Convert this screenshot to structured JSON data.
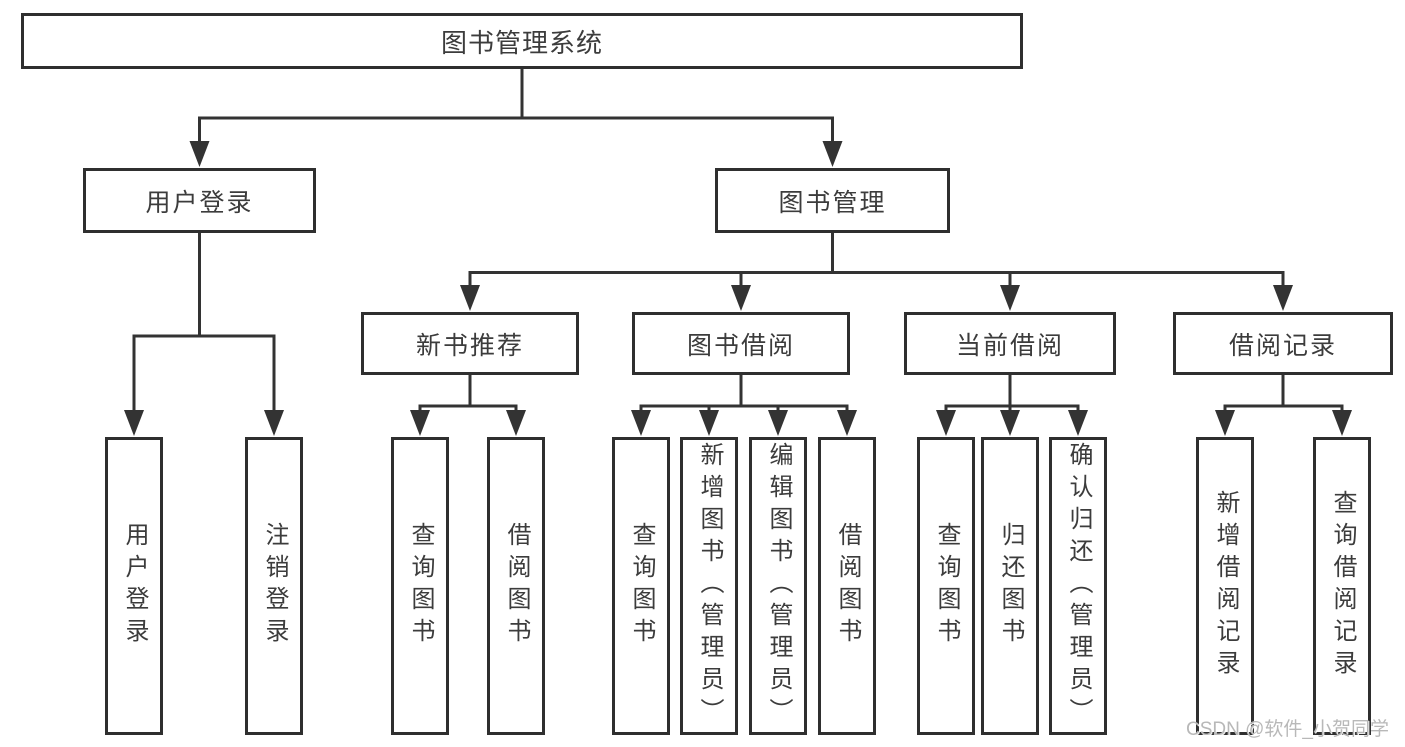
{
  "diagram": {
    "type": "hierarchy-tree",
    "colors": {
      "background": "#ffffff",
      "line": "#333333",
      "box_border": "#2f2f2f",
      "text": "#3c3c3c",
      "watermark": "#b8b8b8"
    }
  },
  "nodes": {
    "root": {
      "label": "图书管理系统"
    },
    "level2": [
      {
        "label": "用户登录"
      },
      {
        "label": "图书管理"
      }
    ],
    "level3": [
      {
        "label": "新书推荐"
      },
      {
        "label": "图书借阅"
      },
      {
        "label": "当前借阅"
      },
      {
        "label": "借阅记录"
      }
    ],
    "leaves": {
      "login": [
        "用户登录",
        "注销登录"
      ],
      "recommend": [
        "查询图书",
        "借阅图书"
      ],
      "borrow": [
        "查询图书",
        "新增图书（管理员）",
        "编辑图书（管理员）",
        "借阅图书"
      ],
      "current": [
        "查询图书",
        "归还图书",
        "确认归还（管理员）"
      ],
      "records": [
        "新增借阅记录",
        "查询借阅记录"
      ]
    }
  },
  "watermark": {
    "text": "CSDN @软件_小贺同学"
  }
}
